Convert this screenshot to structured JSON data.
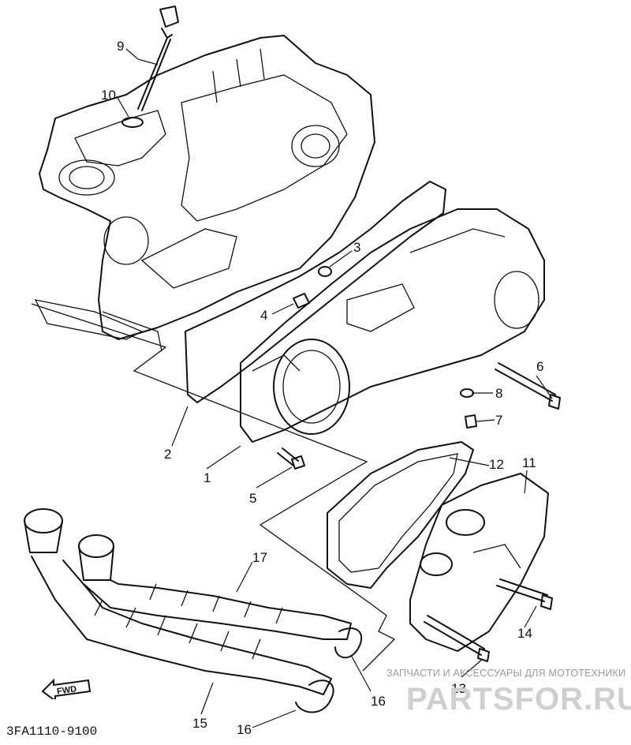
{
  "diagram_code": "3FA1110-9100",
  "watermark": {
    "caption": "ЗАПЧАСТИ И АКСЕССУАРЫ ДЛЯ МОТОТЕХНИКИ",
    "brand": "PARTSFOR.RU"
  },
  "direction_label": "FWD",
  "callouts": [
    "1",
    "2",
    "3",
    "4",
    "5",
    "6",
    "7",
    "8",
    "9",
    "10",
    "11",
    "12",
    "13",
    "14",
    "15",
    "16",
    "16",
    "17"
  ],
  "colors": {
    "line": "#111111",
    "watermark": "#cfcfcf"
  }
}
